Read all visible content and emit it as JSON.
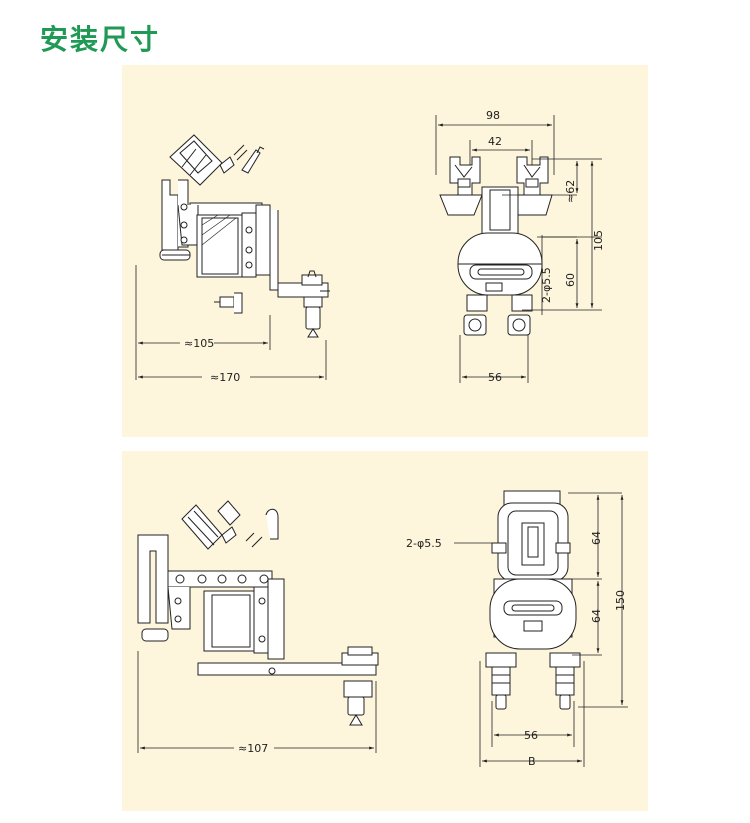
{
  "page": {
    "title": "安装尺寸"
  },
  "panel_top": {
    "side_view": {
      "dim_105": "≈105",
      "dim_170": "≈170"
    },
    "front_view": {
      "dim_98": "98",
      "dim_42": "42",
      "dim_62": "≈62",
      "dim_105": "105",
      "dim_60": "60",
      "dim_hole": "2-φ5.5",
      "dim_56": "56"
    }
  },
  "panel_bottom": {
    "side_view": {
      "dim_107": "≈107"
    },
    "front_view": {
      "dim_hole": "2-φ5.5",
      "dim_64_top": "64",
      "dim_64_bottom": "64",
      "dim_150": "150",
      "dim_56": "56",
      "dim_B": "B"
    }
  },
  "colors": {
    "title": "#1f9a55",
    "panel_bg": "#fdf5dc",
    "line": "#222222"
  }
}
